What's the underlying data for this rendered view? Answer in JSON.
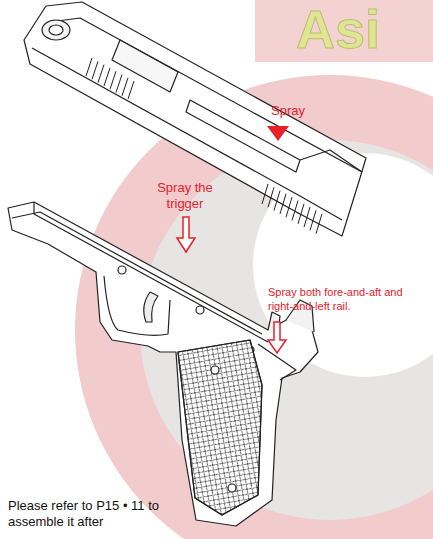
{
  "diagram": {
    "labels": [
      "Asi",
      "Spray",
      "Spray the trigger",
      "Spray both fore-and-aft and right-and-left rail.",
      "Please refer to P15 • 11 to assemble it after"
    ]
  }
}
